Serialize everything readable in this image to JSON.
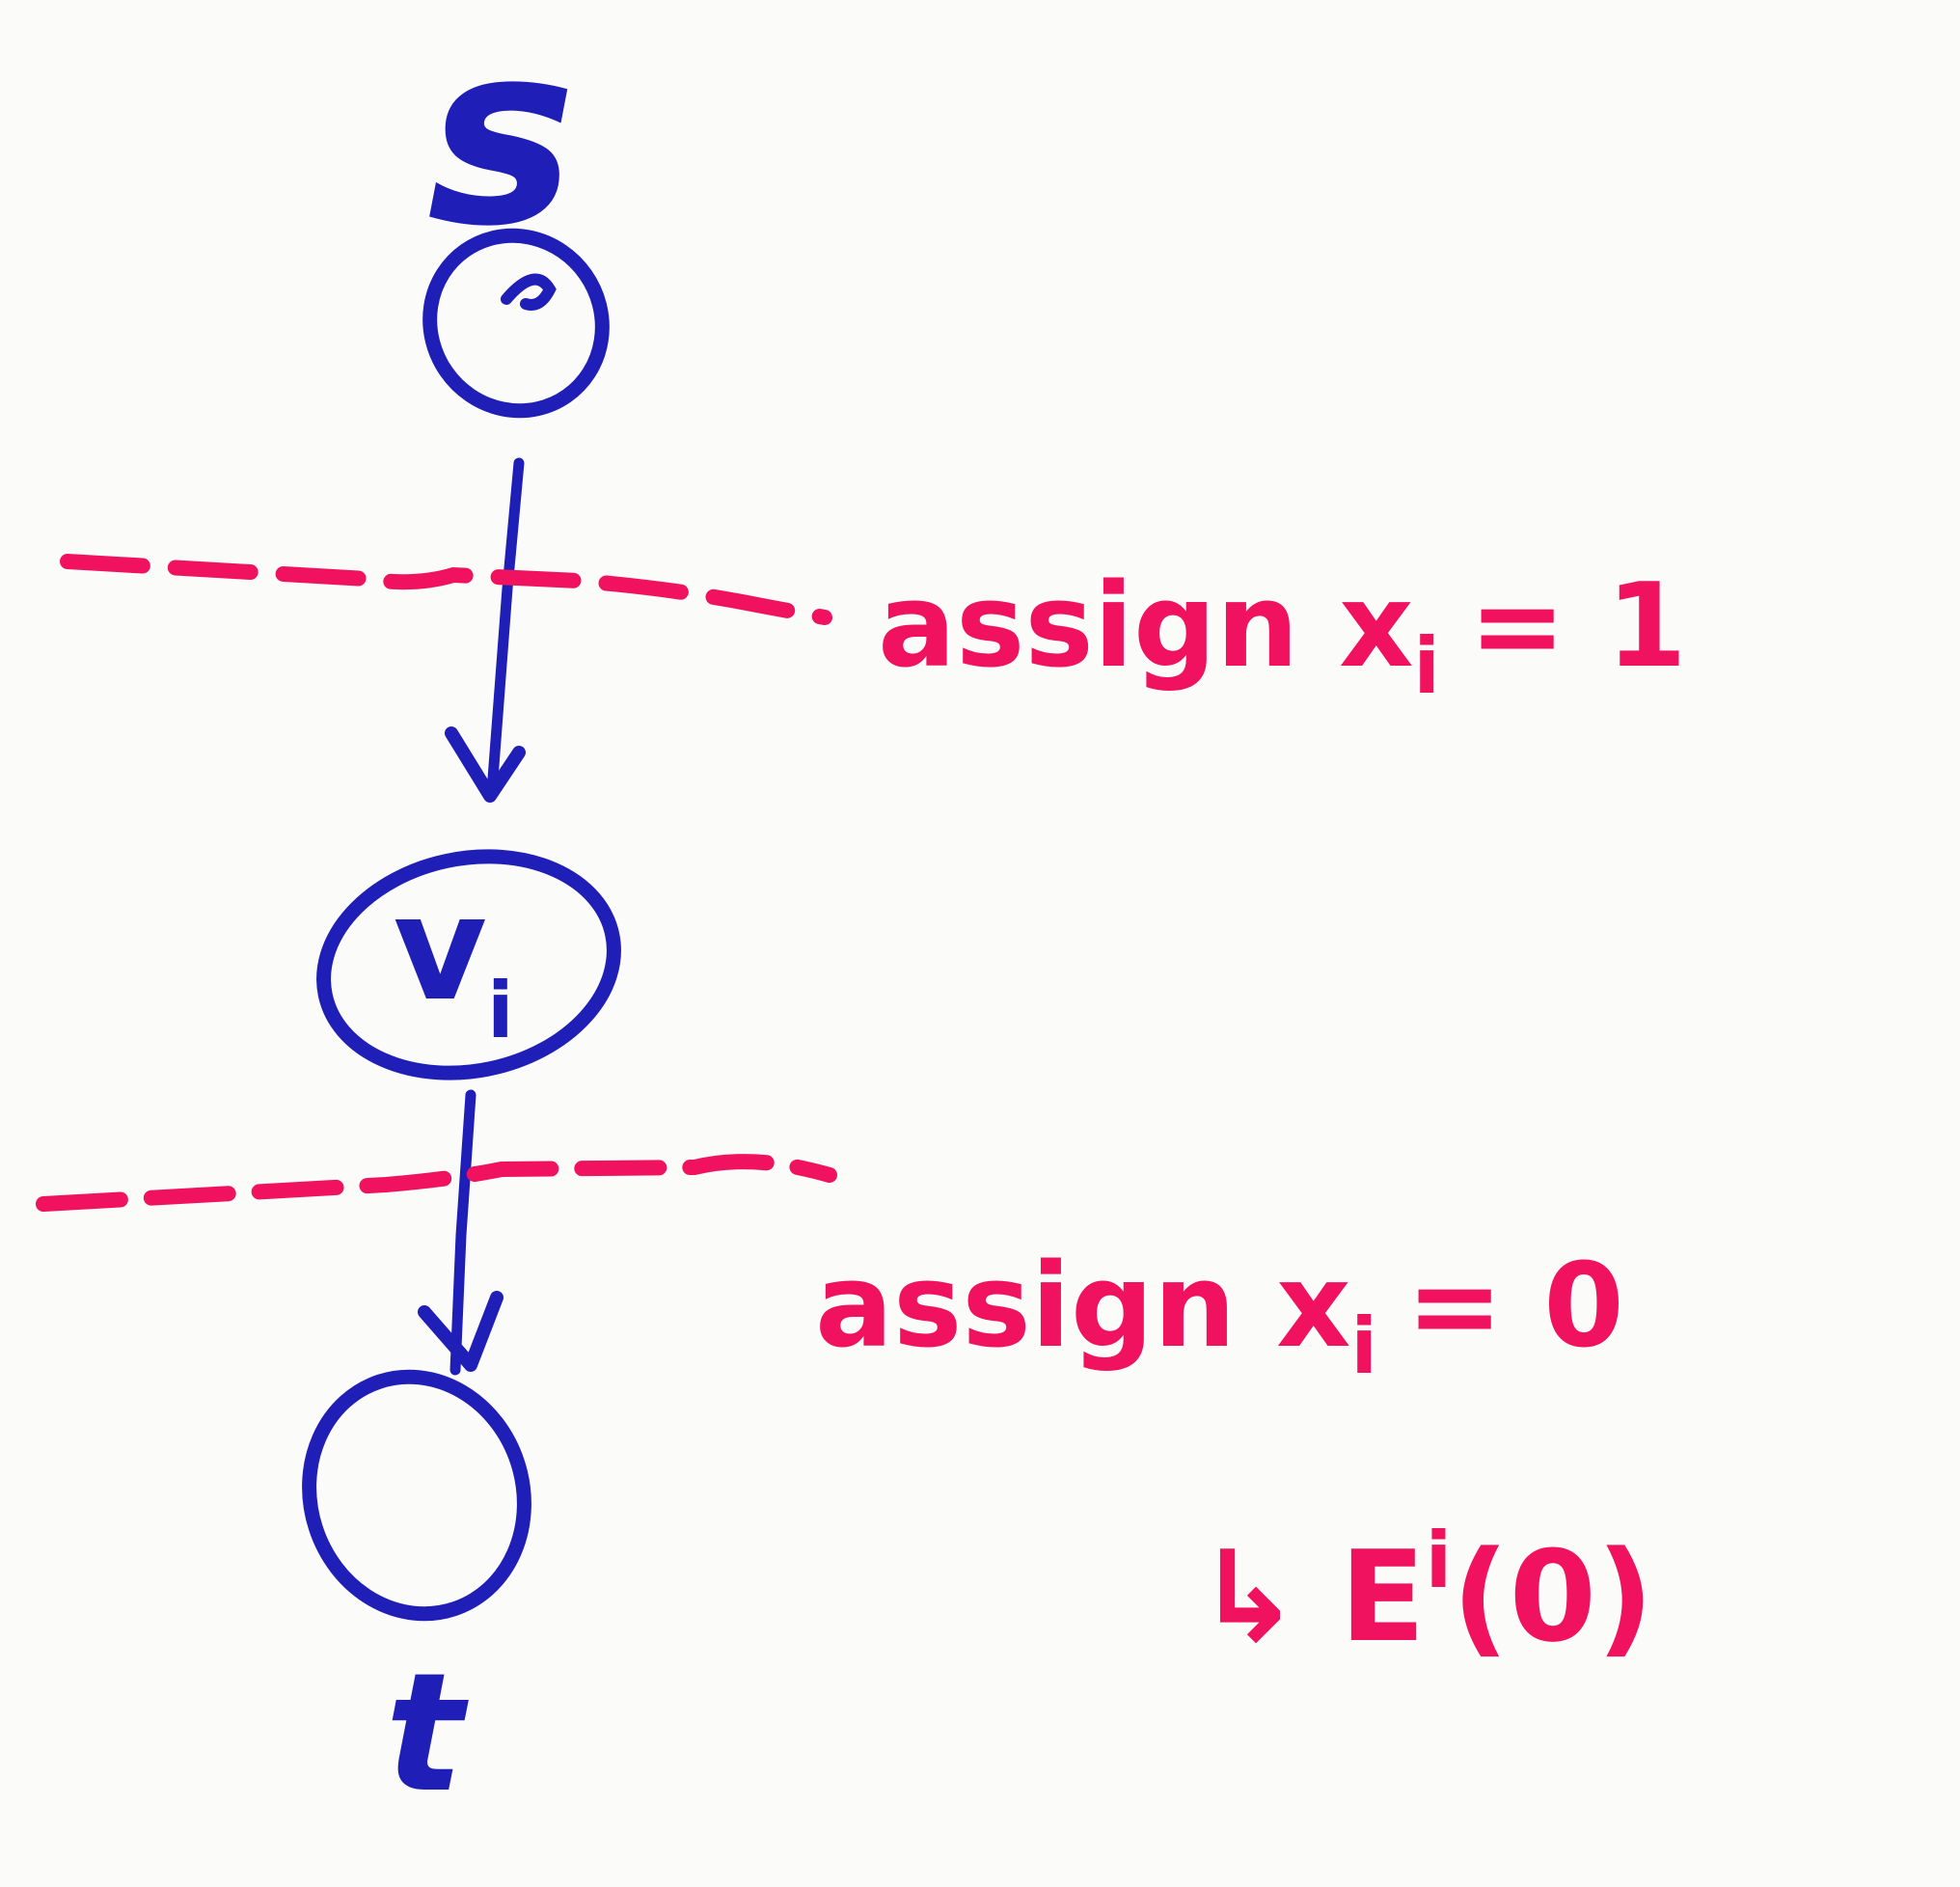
{
  "colors": {
    "ink_blue": "#1f1fb8",
    "ink_pink": "#f0125e",
    "paper": "#fbfbf9"
  },
  "nodes": [
    {
      "id": "s",
      "label": "s"
    },
    {
      "id": "v",
      "label": "v",
      "subscript": "i"
    },
    {
      "id": "t",
      "label": "t"
    }
  ],
  "edges": [
    {
      "from": "s",
      "to": "v"
    },
    {
      "from": "v",
      "to": "t"
    }
  ],
  "cuts": [
    {
      "annotation": "assign x",
      "subscript": "i",
      "equals": "= 1"
    },
    {
      "annotation": "assign x",
      "subscript": "i",
      "equals": "= 0"
    }
  ],
  "cost_note": {
    "arrow": "↳",
    "text": "E",
    "superscript": "i",
    "argument": "(0)"
  }
}
